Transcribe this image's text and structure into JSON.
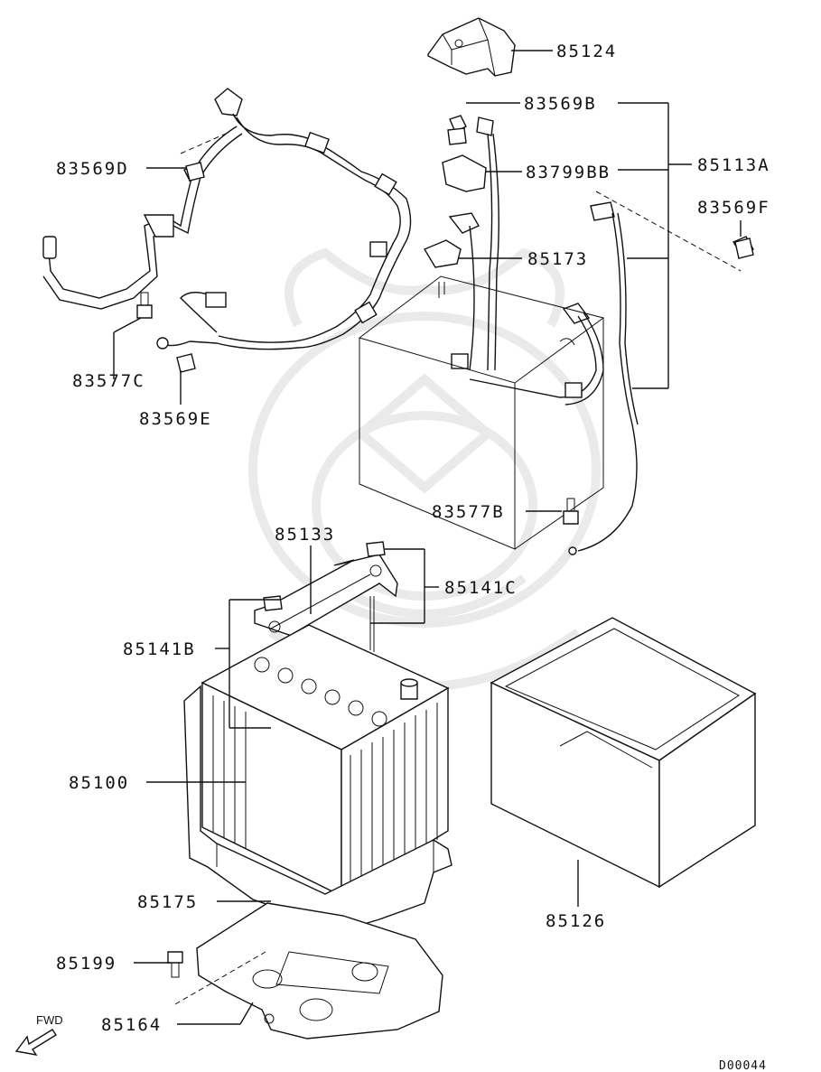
{
  "diagram_code": "D00044",
  "direction_marker": "FWD",
  "callouts": {
    "p85124": "85124",
    "p83569B": "83569B",
    "p85113A": "85113A",
    "p83799BB": "83799BB",
    "p83569D": "83569D",
    "p83569F": "83569F",
    "p85173": "85173",
    "p83577C": "83577C",
    "p83569E": "83569E",
    "p83577B": "83577B",
    "p85133": "85133",
    "p85141C": "85141C",
    "p85141B": "85141B",
    "p85100": "85100",
    "p85175": "85175",
    "p85126": "85126",
    "p85199": "85199",
    "p85164": "85164"
  }
}
